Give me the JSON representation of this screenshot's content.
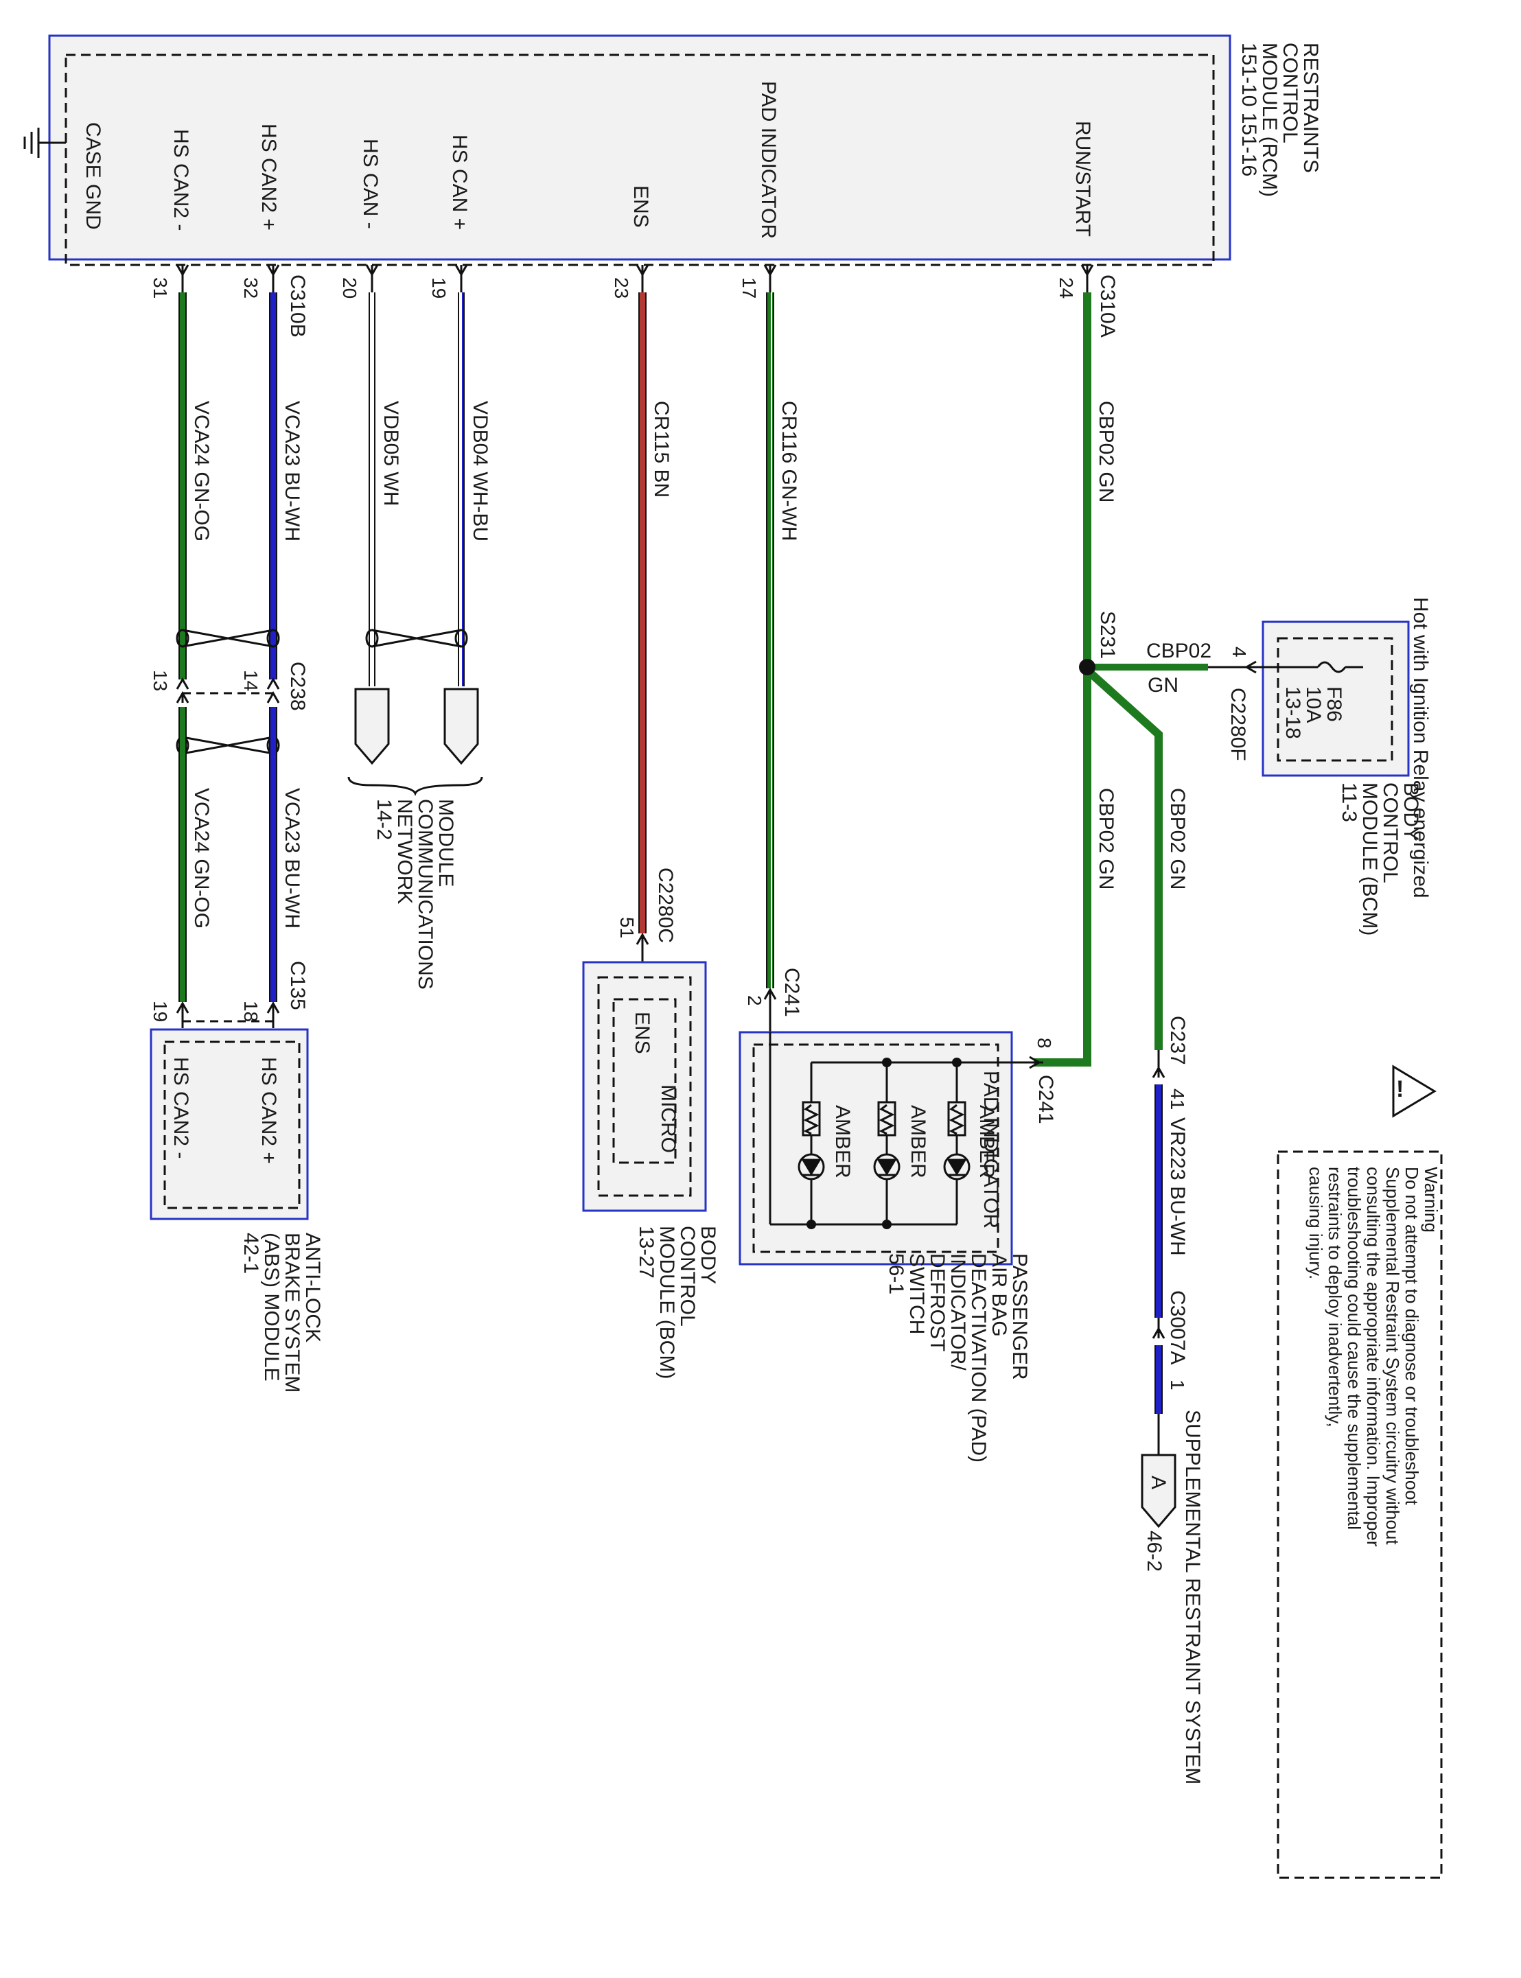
{
  "rcm": {
    "title": [
      "RESTRAINTS",
      "CONTROL",
      "MODULE (RCM)",
      "151-10   151-16"
    ],
    "pins": {
      "case_gnd": "CASE GND",
      "hs_can2_minus": "HS CAN2 -",
      "hs_can2_plus": "HS CAN2 +",
      "hs_can_minus": "HS CAN -",
      "hs_can_plus": "HS CAN +",
      "ens": "ENS",
      "pad_indicator": "PAD INDICATOR",
      "run_start": "RUN/START"
    }
  },
  "connectors": {
    "c310b": "C310B",
    "c310a": "C310A",
    "c238": "C238",
    "c135": "C135",
    "c2280c": "C2280C",
    "c241_top": "C241",
    "c241_right": "C241",
    "c2280f": "C2280F",
    "c237": "C237",
    "c3007a": "C3007A",
    "s231": "S231"
  },
  "pin_numbers": {
    "p31": "31",
    "p32": "32",
    "p20": "20",
    "p19": "19",
    "p23": "23",
    "p17": "17",
    "p24": "24",
    "p13": "13",
    "p14": "14",
    "p19b": "19",
    "p18": "18",
    "p51": "51",
    "p2": "2",
    "p8": "8",
    "p4": "4",
    "p41": "41",
    "p1": "1"
  },
  "wires": {
    "vca24_top": "VCA24   GN-OG",
    "vca23_top": "VCA23   BU-WH",
    "vdb05": "VDB05   WH",
    "vdb04": "VDB04   WH-BU",
    "cr115": "CR115   BN",
    "cr116": "CR116   GN-WH",
    "cbp02_top": "CBP02   GN",
    "cbp02_bcm_name": "CBP02",
    "cbp02_bcm_color": "GN",
    "vca24_bottom": "VCA24   GN-OG",
    "vca23_bottom": "VCA23   BU-WH",
    "cbp02_lower1": "CBP02   GN",
    "cbp02_lower2": "CBP02   GN",
    "vr223": "VR223   BU-WH"
  },
  "bcm_fuse": {
    "header": "Hot with Ignition Relay energized",
    "fuse": [
      "F86",
      "10A",
      "13-18"
    ],
    "title": [
      "BODY",
      "CONTROL",
      "MODULE (BCM)",
      "11-3"
    ]
  },
  "abs": {
    "pins": [
      "HS CAN2 +",
      "HS CAN2 -"
    ],
    "title": [
      "ANTI-LOCK",
      "BRAKE SYSTEM",
      "(ABS) MODULE",
      "42-1"
    ]
  },
  "network": {
    "title": [
      "MODULE",
      "COMMUNICATIONS",
      "NETWORK",
      "14-2"
    ]
  },
  "bcm_ens": {
    "inner": [
      "MICRO",
      "ENS"
    ],
    "title": [
      "BODY",
      "CONTROL",
      "MODULE (BCM)",
      "13-27"
    ]
  },
  "pad_switch": {
    "header": "PAD INDICATOR",
    "amber1": "AMBER",
    "amber2": "AMBER",
    "amber3": "AMBER",
    "title": [
      "PASSENGER",
      "AIR BAG",
      "DEACTIVATION (PAD)",
      "INDICATOR/",
      "DEFROST",
      "SWITCH",
      "56-1"
    ]
  },
  "srs": {
    "label": "SUPPLEMENTAL RESTRAINT SYSTEM",
    "arrow_letter": "A",
    "ref": "46-2"
  },
  "warning": {
    "title": "Warning",
    "lines": [
      "Do not attempt to diagnose or troubleshoot",
      "Supplemental Restraint System circuitry without",
      "consulting the appropriate information. Improper",
      "troubleshooting could cause the supplemental",
      "restraints to deploy inadvertently,",
      "causing injury."
    ]
  },
  "colors": {
    "box_border": "#2633c6",
    "box_fill": "#f2f2f2",
    "green": "#1e7a1e",
    "blue": "#2020c8",
    "brown": "#b23a33"
  }
}
